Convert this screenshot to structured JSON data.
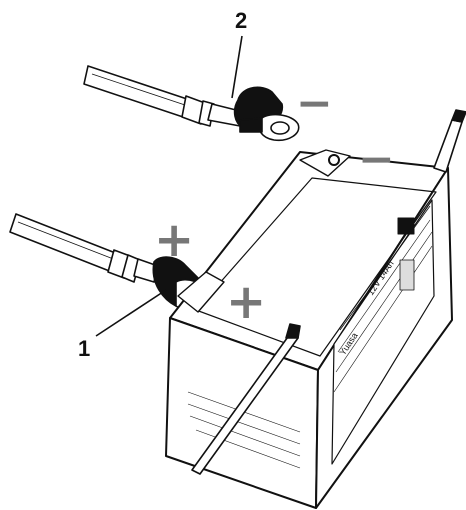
{
  "callouts": {
    "one": "1",
    "two": "2"
  },
  "signs": {
    "cable_negative": "−",
    "battery_negative": "−",
    "cable_positive": "+",
    "battery_positive": "+"
  },
  "battery_label": {
    "brand": "Yuasa",
    "rating": "12V 14Ah"
  },
  "colors": {
    "ink": "#111111",
    "sign_gray": "#777777",
    "paper": "#ffffff"
  }
}
